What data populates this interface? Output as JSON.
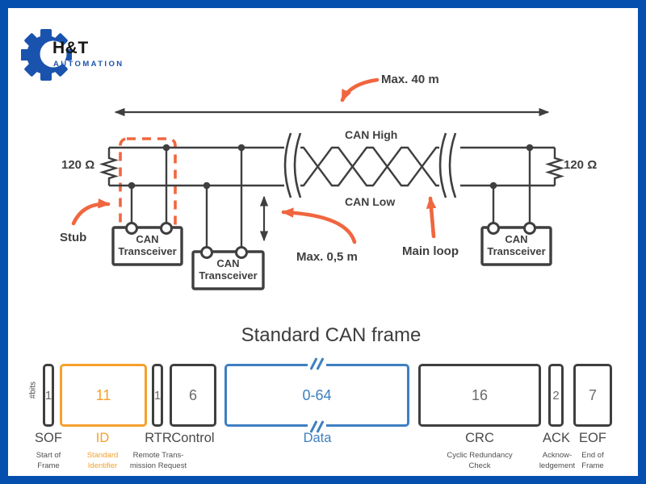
{
  "logo": {
    "title": "H&T",
    "subtitle": "AUTOMATION"
  },
  "bus": {
    "max_length_label": "Max. 40 m",
    "terminator_left": "120 Ω",
    "terminator_right": "120 Ω",
    "can_high_label": "CAN High",
    "can_low_label": "CAN Low",
    "stub_label": "Stub",
    "stub_max_label": "Max. 0,5 m",
    "main_loop_label": "Main loop",
    "transceivers": [
      {
        "line1": "CAN",
        "line2": "Transceiver"
      },
      {
        "line1": "CAN",
        "line2": "Transceiver"
      },
      {
        "line1": "CAN",
        "line2": "Transceiver"
      }
    ]
  },
  "frame": {
    "title": "Standard CAN frame",
    "bits_axis_label": "#bits",
    "fields": [
      {
        "abbr": "SOF",
        "bits": "1",
        "full": "Start of\nFrame"
      },
      {
        "abbr": "ID",
        "bits": "11",
        "full": "Standard\nIdentifier"
      },
      {
        "abbr": "RTR",
        "bits": "1",
        "full": "Remote Trans-\nmission Request"
      },
      {
        "abbr": "Control",
        "bits": "6",
        "full": ""
      },
      {
        "abbr": "Data",
        "bits": "0-64",
        "full": ""
      },
      {
        "abbr": "CRC",
        "bits": "16",
        "full": "Cyclic Redundancy\nCheck"
      },
      {
        "abbr": "ACK",
        "bits": "2",
        "full": "Acknow-\nledgement"
      },
      {
        "abbr": "EOF",
        "bits": "7",
        "full": "End of\nFrame"
      }
    ]
  },
  "colors": {
    "frame_border_blue": "#0550AE",
    "logo_blue": "#1A53AE",
    "accent_coral": "#F0663F",
    "accent_amber": "#F5A02B",
    "accent_blue": "#3E7FC1",
    "line_dark": "#3F3F3F"
  }
}
